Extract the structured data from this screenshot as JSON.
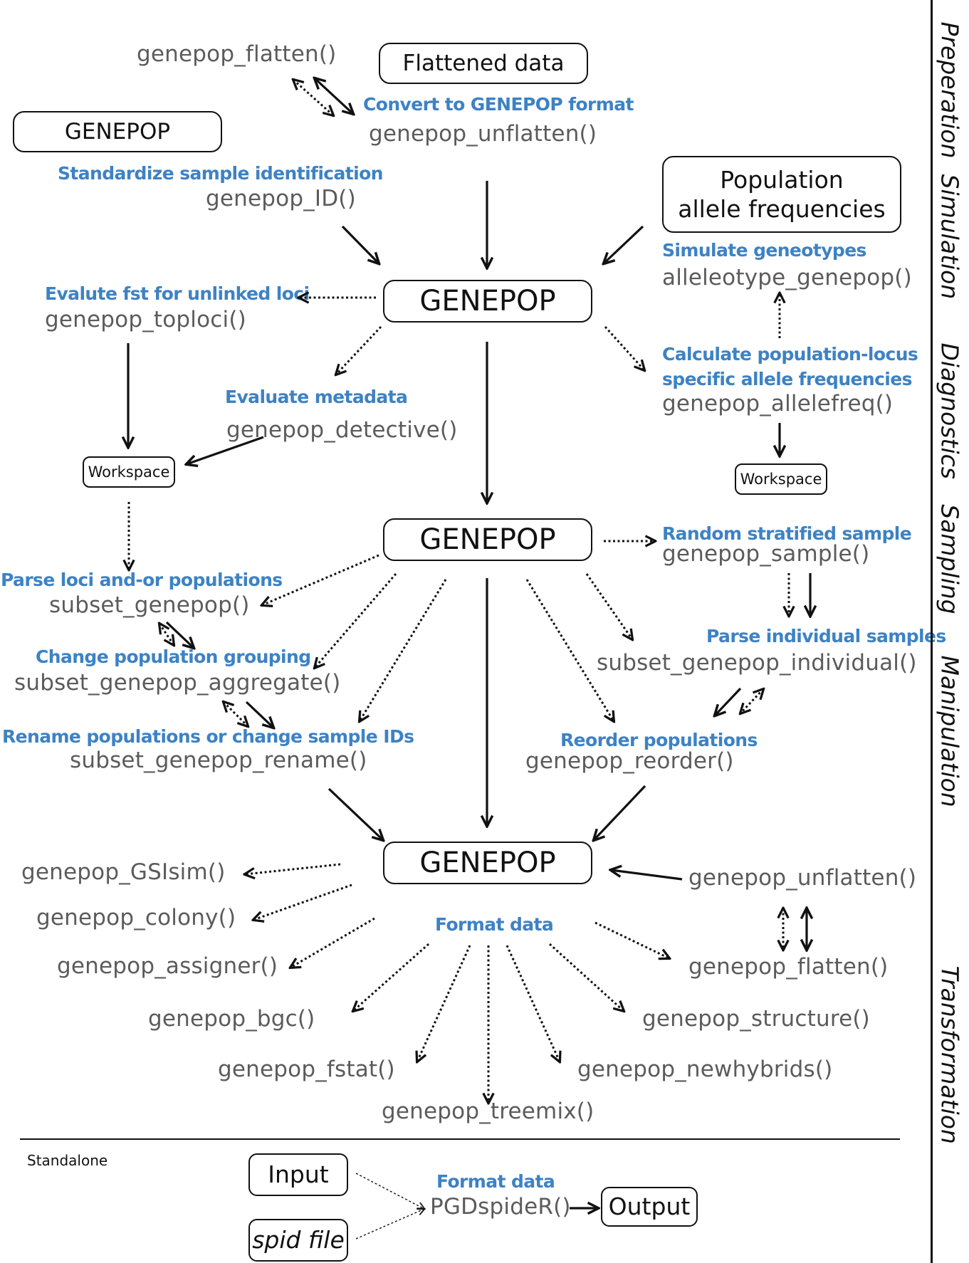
{
  "boxes": {
    "flattened_data": "Flattened data",
    "genepop_input": "GENEPOP",
    "population_allele_frequencies": "Population\nallele frequencies",
    "genepop_main_1": "GENEPOP",
    "genepop_main_2": "GENEPOP",
    "genepop_main_3": "GENEPOP",
    "workspace_left": "Workspace",
    "workspace_right": "Workspace",
    "input": "Input",
    "spid_file": "spid file",
    "output": "Output"
  },
  "functions": {
    "genepop_flatten_top": "genepop_flatten()",
    "genepop_unflatten_top": "genepop_unflatten()",
    "genepop_id": "genepop_ID()",
    "alleleotype_genepop": "alleleotype_genepop()",
    "genepop_toploci": "genepop_toploci()",
    "genepop_allelefreq": "genepop_allelefreq()",
    "genepop_detective": "genepop_detective()",
    "genepop_sample": "genepop_sample()",
    "subset_genepop": "subset_genepop()",
    "subset_genepop_individual": "subset_genepop_individual()",
    "subset_genepop_aggregate": "subset_genepop_aggregate()",
    "subset_genepop_rename": "subset_genepop_rename()",
    "genepop_reorder": "genepop_reorder()",
    "genepop_gslsim": "genepop_GSIsim()",
    "genepop_colony": "genepop_colony()",
    "genepop_assigner": "genepop_assigner()",
    "genepop_bgc": "genepop_bgc()",
    "genepop_fstat": "genepop_fstat()",
    "genepop_treemix": "genepop_treemix()",
    "genepop_newhybrids": "genepop_newhybrids()",
    "genepop_structure": "genepop_structure()",
    "genepop_flatten_bottom": "genepop_flatten()",
    "genepop_unflatten_bottom": "genepop_unflatten()",
    "pgdspider": "PGDspideR()"
  },
  "labels": {
    "convert_genepop": "Convert to GENEPOP format",
    "standardize_ids": "Standardize sample identification",
    "simulate_genotypes": "Simulate geneotypes",
    "evaluate_fst": "Evalute fst for unlinked loci",
    "calc_allele_freq": "Calculate population-locus\nspecific allele frequencies",
    "evaluate_metadata": "Evaluate metadata",
    "random_stratified": "Random stratified sample",
    "parse_loci": "Parse loci and-or populations",
    "parse_individuals": "Parse individual samples",
    "change_grouping": "Change population grouping",
    "rename_populations": "Rename populations or change sample IDs",
    "reorder_populations": "Reorder populations",
    "format_data": "Format data",
    "format_data_standalone": "Format data",
    "standalone": "Standalone"
  },
  "stages": [
    "Preperation",
    "Simulation",
    "Diagnostics",
    "Sampling",
    "Manipulation",
    "Transformation"
  ],
  "colors": {
    "label_blue": "#3d82c4",
    "function_gray": "#5b5b5b",
    "line": "#111111"
  }
}
